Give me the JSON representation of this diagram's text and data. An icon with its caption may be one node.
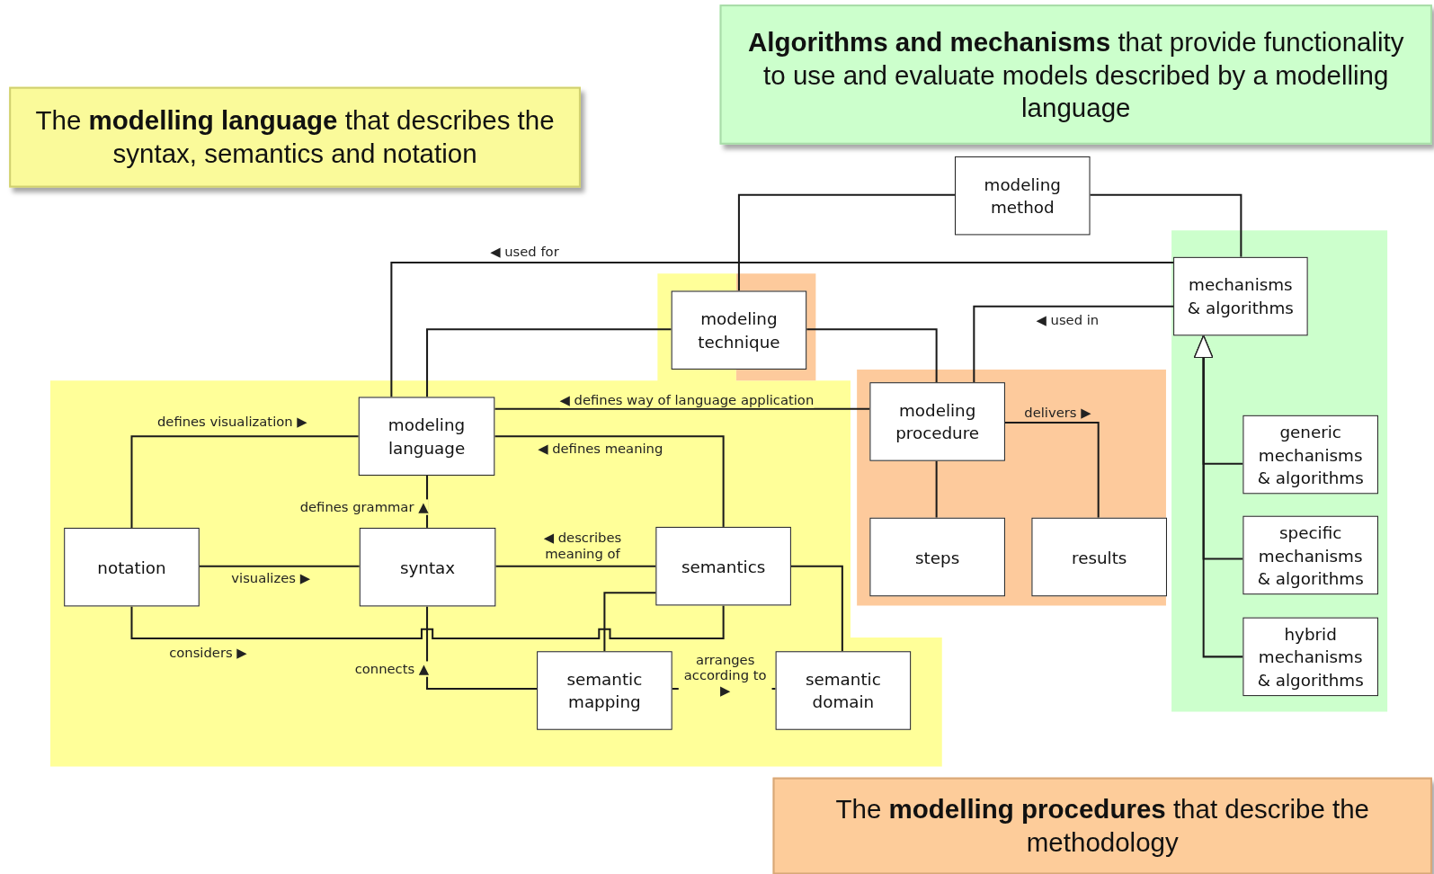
{
  "diagram": {
    "nodes": [
      {
        "text": [
          "**Algorithms and mechanisms** that provide functionality to use and evaluate models described by a modelling language"
        ]
      },
      {
        "text": [
          "The **modelling language** that describes the syntax, semantics and notation"
        ]
      },
      {
        "text": [
          "modeling method"
        ]
      },
      {
        "text": [
          "mechanisms & algorithms"
        ]
      },
      {
        "text": [
          "modeling technique"
        ]
      },
      {
        "text": [
          "modeling procedure"
        ]
      },
      {
        "text": [
          "modeling language"
        ]
      },
      {
        "text": [
          "generic mechanisms & algorithms"
        ]
      },
      {
        "text": [
          "notation"
        ]
      },
      {
        "text": [
          "syntax"
        ]
      },
      {
        "text": [
          "semantics"
        ]
      },
      {
        "text": [
          "steps"
        ]
      },
      {
        "text": [
          "results"
        ]
      },
      {
        "text": [
          "specific mechanisms & algorithms"
        ]
      },
      {
        "text": [
          "hybrid mechanisms & algorithms"
        ]
      },
      {
        "text": [
          "semantic mapping"
        ]
      },
      {
        "text": [
          "semantic domain"
        ]
      },
      {
        "text": [
          "The **modelling procedures** that describe the methodology"
        ]
      }
    ],
    "edges": [
      {
        "from": 2,
        "to": 4,
        "arrow": "other"
      },
      {
        "from": 2,
        "to": 3,
        "arrow": "other"
      },
      {
        "from": 3,
        "to": 6,
        "arrow": "none",
        "label": "◀ used for"
      },
      {
        "from": 4,
        "to": 6,
        "arrow": "none"
      },
      {
        "from": 4,
        "to": 5,
        "arrow": "none"
      },
      {
        "from": 3,
        "to": 5,
        "arrow": "none",
        "label": "◀ used in"
      },
      {
        "from": 6,
        "to": 5,
        "arrow": "none",
        "label": "◀ defines way of language application"
      },
      {
        "from": 6,
        "to": 8,
        "arrow": "other",
        "label": "defines visualization ▶"
      },
      {
        "from": 6,
        "to": 10,
        "arrow": "other",
        "label": "◀ defines meaning"
      },
      {
        "from": 6,
        "to": 9,
        "arrow": "other",
        "label": "defines grammar ▲"
      },
      {
        "from": 8,
        "to": 9,
        "arrow": "none",
        "label": "visualizes ▶"
      },
      {
        "from": 9,
        "to": 10,
        "arrow": "none",
        "label": "◀ describes meaning of"
      },
      {
        "from": 8,
        "to": 10,
        "arrow": "none",
        "label": "considers ▶"
      },
      {
        "from": 9,
        "to": 15,
        "arrow": "none",
        "label": "connects ▲"
      },
      {
        "from": 10,
        "to": 15,
        "arrow": "other"
      },
      {
        "from": 10,
        "to": 16,
        "arrow": "other"
      },
      {
        "from": 15,
        "to": 16,
        "arrow": "none",
        "label": "arranges according to ▶"
      },
      {
        "from": 5,
        "to": 11,
        "arrow": "none"
      },
      {
        "from": 5,
        "to": 12,
        "arrow": "none",
        "label": "delivers ▶"
      },
      {
        "from": 7,
        "to": 3,
        "arrow": "to"
      },
      {
        "from": 13,
        "to": 3,
        "arrow": "to"
      },
      {
        "from": 14,
        "to": 3,
        "arrow": "to"
      }
    ]
  }
}
